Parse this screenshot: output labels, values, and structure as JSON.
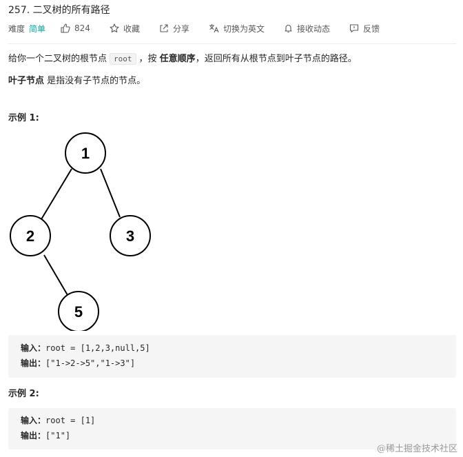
{
  "problem": {
    "title": "257. 二叉树的所有路径"
  },
  "meta": {
    "difficulty_label": "难度",
    "difficulty_value": "简单",
    "like_count": "824",
    "favorite_label": "收藏",
    "share_label": "分享",
    "translate_label": "切换为英文",
    "notify_label": "接收动态",
    "feedback_label": "反馈",
    "difficulty_color": "#00af9b"
  },
  "description": {
    "p1_a": "给你一个二叉树的根节点",
    "p1_code": "root",
    "p1_b": "，按",
    "p1_bold": "任意顺序",
    "p1_c": "，返回所有从根节点到叶子节点的路径。",
    "p2_bold": "叶子节点",
    "p2_rest": "是指没有子节点的节点。"
  },
  "examples": [
    {
      "title": "示例 1:",
      "tree_nodes": [
        "1",
        "2",
        "3",
        "5"
      ],
      "input_label": "输入：",
      "input_value": "root = [1,2,3,null,5]",
      "output_label": "输出：",
      "output_value": "[\"1->2->5\",\"1->3\"]"
    },
    {
      "title": "示例 2:",
      "input_label": "输入：",
      "input_value": "root = [1]",
      "output_label": "输出：",
      "output_value": "[\"1\"]"
    }
  ],
  "watermark": "@稀土掘金技术社区"
}
